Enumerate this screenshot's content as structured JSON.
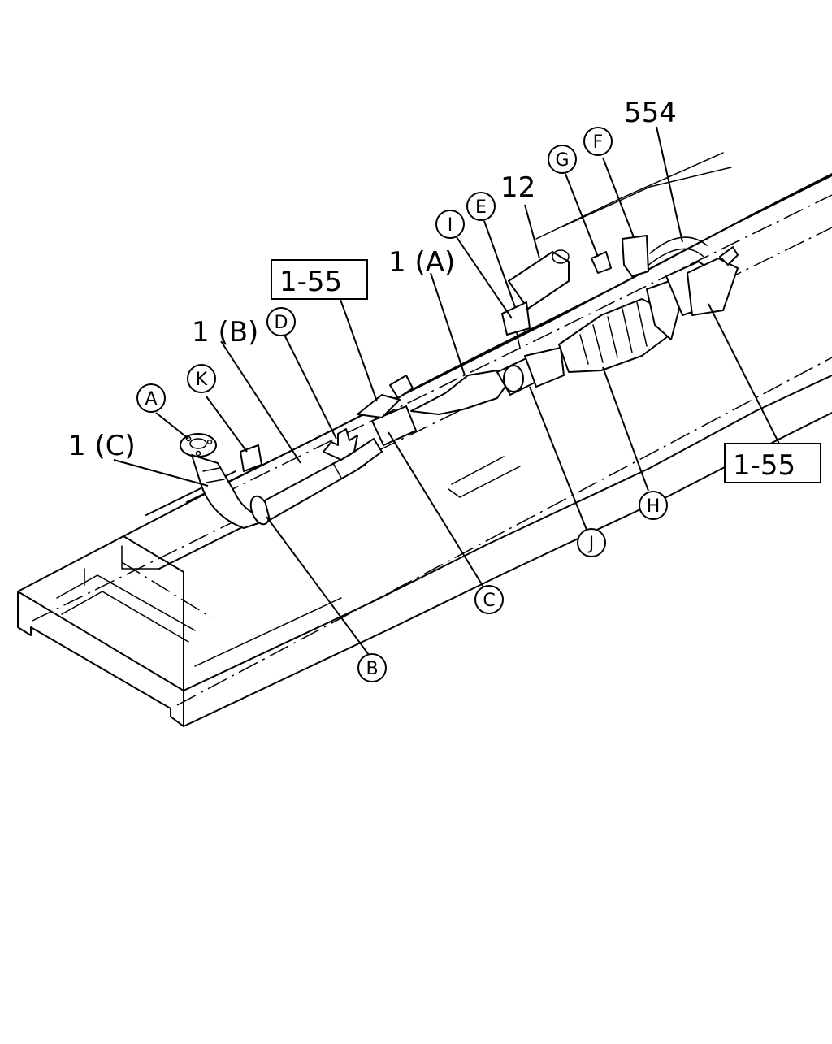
{
  "part_labels": {
    "p554": "554",
    "p12": "12",
    "p1A": "1 (A)",
    "p1B": "1 (B)",
    "p1C": "1 (C)"
  },
  "ref_boxes": {
    "top": "1-55",
    "right": "1-55"
  },
  "callouts": {
    "A": "A",
    "B": "B",
    "C": "C",
    "D": "D",
    "E": "E",
    "F": "F",
    "G": "G",
    "H": "H",
    "I": "I",
    "J": "J",
    "K": "K"
  }
}
